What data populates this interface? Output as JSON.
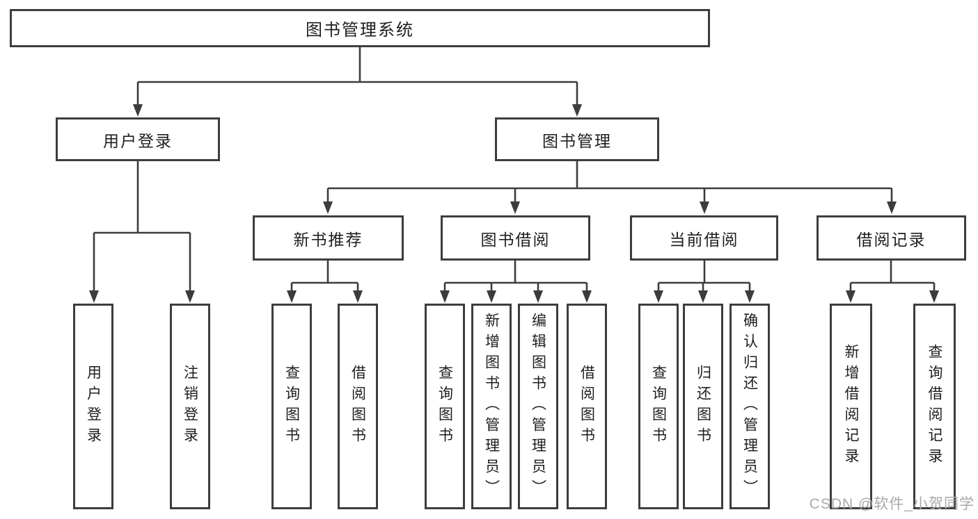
{
  "diagram": {
    "type": "hierarchy",
    "colors": {
      "line": "#3c3c3c",
      "box_border": "#3d3d3d",
      "text": "#1e1e1e",
      "watermark": "#a9a9a9",
      "background": "#ffffff"
    },
    "root": {
      "label": "图书管理系统"
    },
    "level2": [
      {
        "id": "user-login",
        "label": "用户登录",
        "parent": "图书管理系统"
      },
      {
        "id": "book-management",
        "label": "图书管理",
        "parent": "图书管理系统"
      }
    ],
    "level3": [
      {
        "id": "new-book-recommend",
        "label": "新书推荐",
        "parent": "图书管理"
      },
      {
        "id": "book-borrow",
        "label": "图书借阅",
        "parent": "图书管理"
      },
      {
        "id": "current-borrow",
        "label": "当前借阅",
        "parent": "图书管理"
      },
      {
        "id": "borrow-records",
        "label": "借阅记录",
        "parent": "图书管理"
      }
    ],
    "leaves": [
      {
        "label": "用户登录",
        "parent": "用户登录"
      },
      {
        "label": "注销登录",
        "parent": "用户登录"
      },
      {
        "label": "查询图书",
        "parent": "新书推荐"
      },
      {
        "label": "借阅图书",
        "parent": "新书推荐"
      },
      {
        "label": "查询图书",
        "parent": "图书借阅"
      },
      {
        "label": "新增图书（管理员）",
        "parent": "图书借阅"
      },
      {
        "label": "编辑图书（管理员）",
        "parent": "图书借阅"
      },
      {
        "label": "借阅图书",
        "parent": "图书借阅"
      },
      {
        "label": "查询图书",
        "parent": "当前借阅"
      },
      {
        "label": "归还图书",
        "parent": "当前借阅"
      },
      {
        "label": "确认归还（管理员）",
        "parent": "当前借阅"
      },
      {
        "label": "新增借阅记录",
        "parent": "借阅记录"
      },
      {
        "label": "查询借阅记录",
        "parent": "借阅记录"
      }
    ],
    "watermark": "CSDN @软件_小贺同学"
  }
}
